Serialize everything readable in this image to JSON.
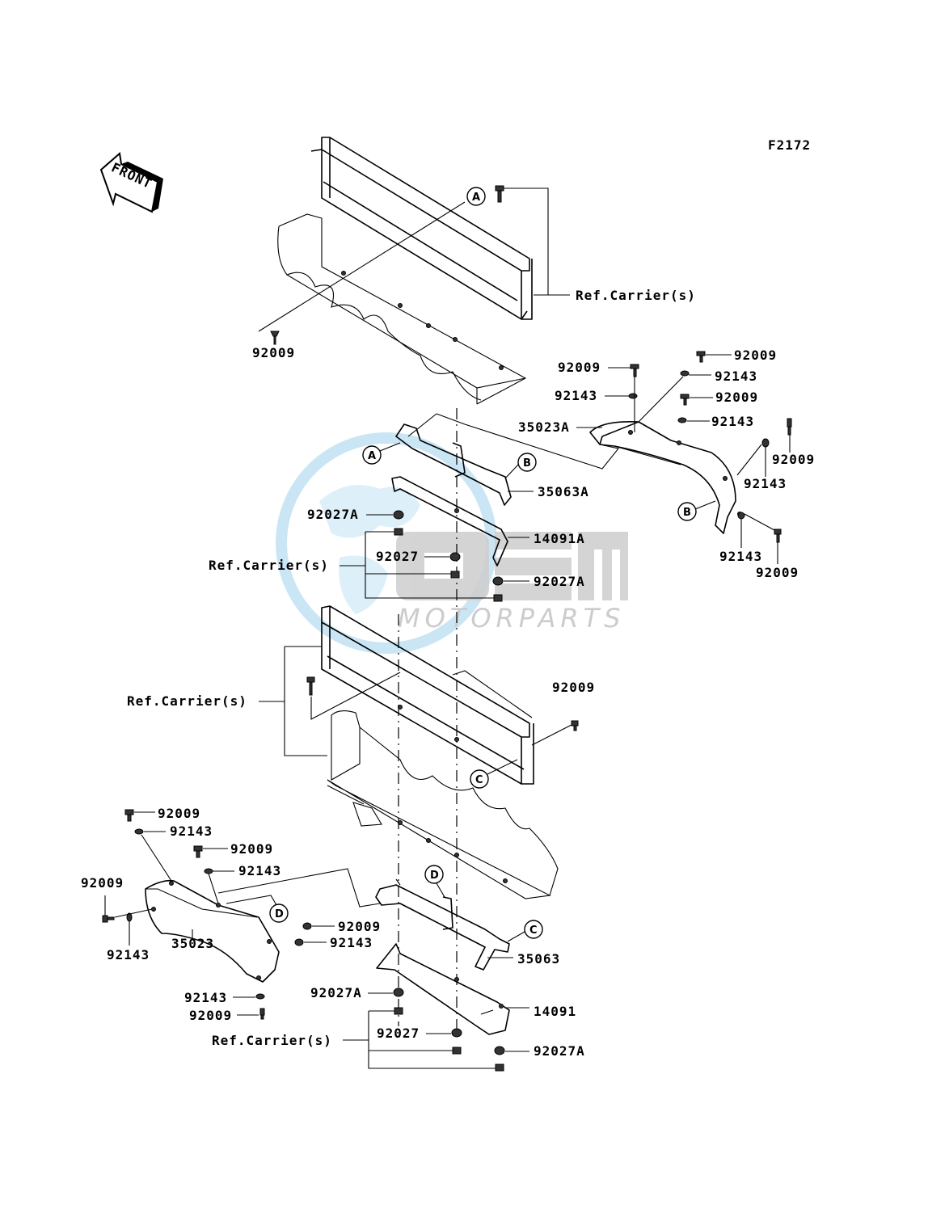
{
  "diagram": {
    "figure_code": "F2172",
    "front_arrow_label": "FRONT",
    "watermark": {
      "brand": "OEM",
      "sub": "MOTORPARTS",
      "colors": {
        "globe": "#7ec3e8",
        "text": "#b8b8b8"
      }
    },
    "callouts": {
      "a": "A",
      "b": "B",
      "c": "C",
      "d": "D"
    },
    "labels": {
      "ref_carrier": "Ref.Carrier(s)",
      "p92009": "92009",
      "p92143": "92143",
      "p92027": "92027",
      "p92027a": "92027A",
      "p35023": "35023",
      "p35023a": "35023A",
      "p35063": "35063",
      "p35063a": "35063A",
      "p14091": "14091",
      "p14091a": "14091A"
    }
  }
}
